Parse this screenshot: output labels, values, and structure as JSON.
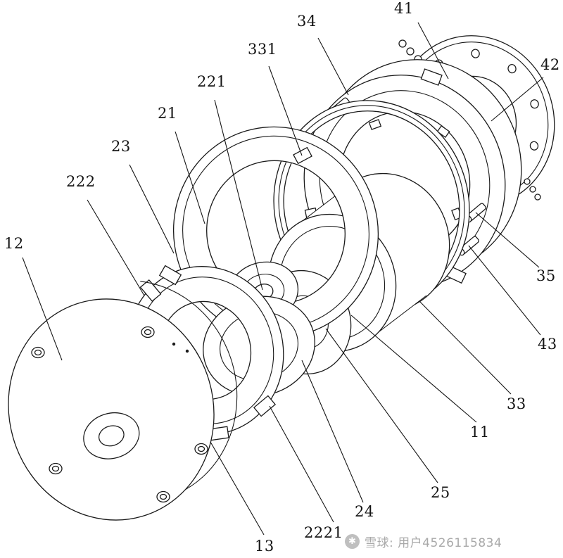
{
  "figure": {
    "parts": [
      {
        "label": "12"
      },
      {
        "label": "222"
      },
      {
        "label": "23"
      },
      {
        "label": "21"
      },
      {
        "label": "221"
      },
      {
        "label": "331"
      },
      {
        "label": "34"
      },
      {
        "label": "41"
      },
      {
        "label": "42"
      },
      {
        "label": "35"
      },
      {
        "label": "43"
      },
      {
        "label": "33"
      },
      {
        "label": "11"
      },
      {
        "label": "25"
      },
      {
        "label": "24"
      },
      {
        "label": "2221"
      },
      {
        "label": "13"
      }
    ]
  },
  "drawing": {
    "stroke_color": "#1a1a1a",
    "background_color": "#ffffff"
  },
  "watermark": {
    "icon_glyph": "✱",
    "icon_color": "#bfbfbf",
    "text": "雪球: 用户4526115834",
    "text_color": "#a9a9a9"
  }
}
